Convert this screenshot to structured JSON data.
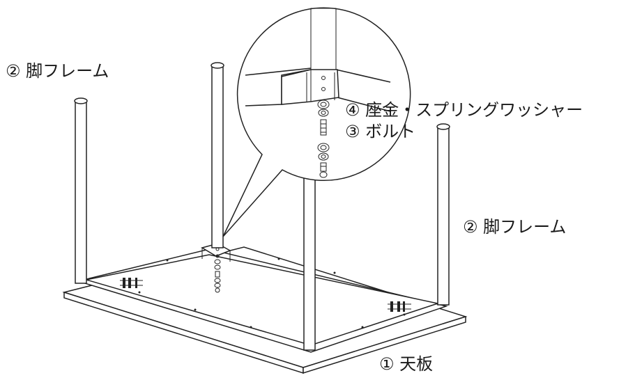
{
  "labels": {
    "leg_frame_left": "② 脚フレーム",
    "leg_frame_right": "② 脚フレーム",
    "washer": "④ 座金・スプリングワッシャー",
    "bolt": "③ ボルト",
    "tabletop": "① 天板"
  },
  "parts": [
    {
      "id": "tabletop",
      "number": "①",
      "name": "天板"
    },
    {
      "id": "leg-frame",
      "number": "②",
      "name": "脚フレーム"
    },
    {
      "id": "bolt",
      "number": "③",
      "name": "ボルト"
    },
    {
      "id": "washer",
      "number": "④",
      "name": "座金・スプリングワッシャー"
    }
  ]
}
